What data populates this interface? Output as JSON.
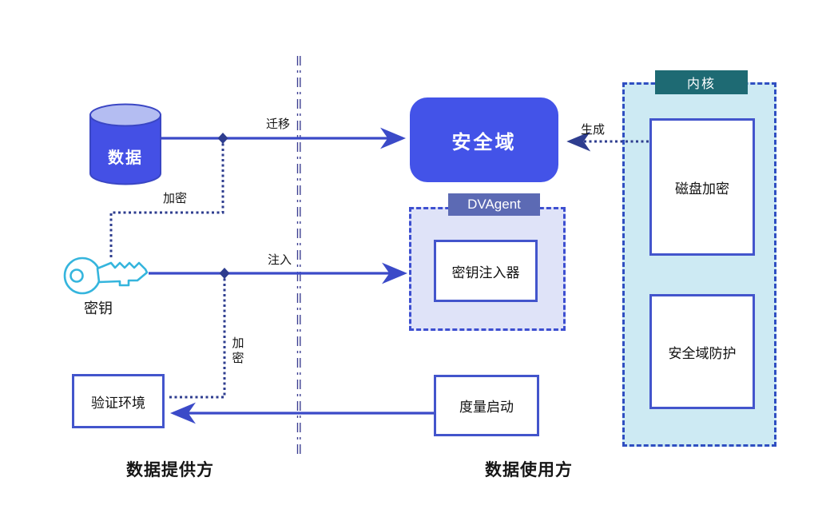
{
  "nodes": {
    "database": {
      "label": "数据"
    },
    "key": {
      "label": "密钥"
    },
    "verify_env": {
      "label": "验证环境"
    },
    "secure_domain": {
      "label": "安全域"
    },
    "dvagent": {
      "label": "DVAgent"
    },
    "key_injector": {
      "label": "密钥注入器"
    },
    "measured_boot": {
      "label": "度量启动"
    },
    "kernel": {
      "label": "内核"
    },
    "disk_encryption": {
      "label": "磁盘加密"
    },
    "domain_protection": {
      "label": "安全域防护"
    }
  },
  "edges": {
    "migrate": {
      "label": "迁移"
    },
    "inject": {
      "label": "注入"
    },
    "generate": {
      "label": "生成"
    },
    "encrypt_data": {
      "label": "加密"
    },
    "encrypt_env": {
      "label": "加密"
    }
  },
  "sections": {
    "provider": {
      "label": "数据提供方"
    },
    "consumer": {
      "label": "数据使用方"
    }
  },
  "colors": {
    "primary_blue": "#4353e8",
    "arrow_blue": "#3b4ac8",
    "dotted_navy": "#2e3d8f",
    "divider_blue": "#3c3f92",
    "kernel_fill": "#cdeaf3",
    "kernel_label_bg": "#1e6a73",
    "dvagent_fill": "#dfe3f8",
    "dvagent_label_bg": "#5c6ab4",
    "box_border": "#4355cc",
    "key_cyan": "#35b5dd"
  }
}
